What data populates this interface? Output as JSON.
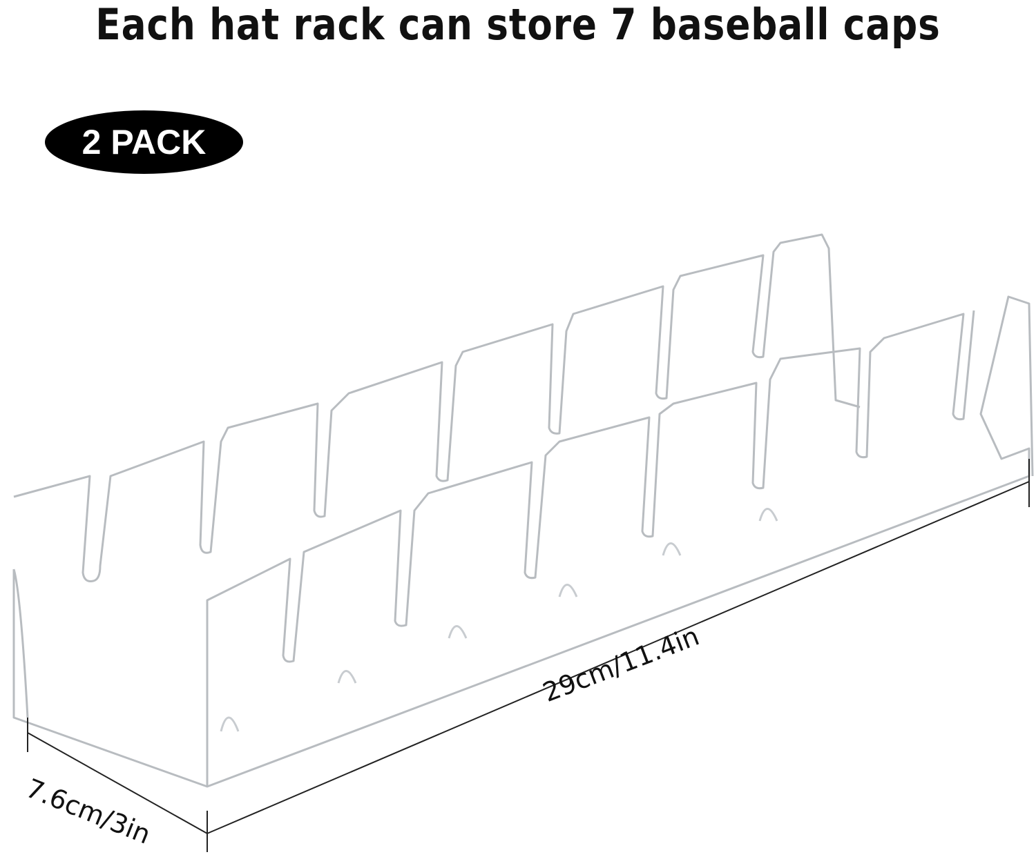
{
  "title": "Each hat rack can store 7 baseball caps",
  "badge": "2 PACK",
  "dimensions": {
    "length": "29cm/11.4in",
    "width": "7.6cm/3in"
  }
}
